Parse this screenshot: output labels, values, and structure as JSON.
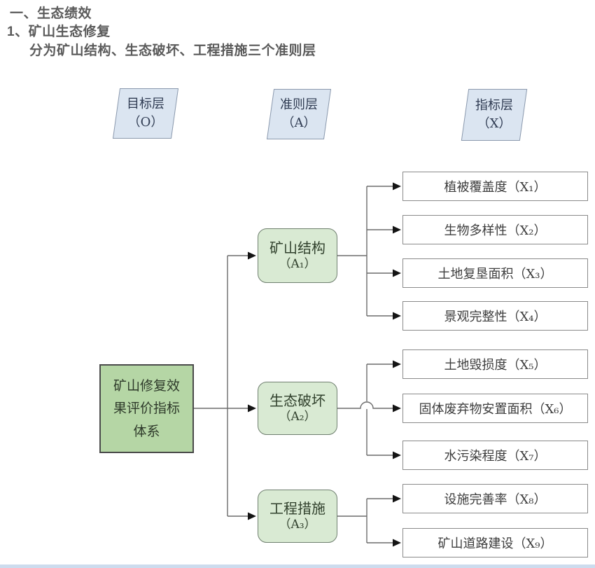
{
  "page": {
    "heading_line1": "一、生态绩效",
    "heading_line2": "1、矿山生态修复",
    "heading_line3": "分为矿山结构、生态破坏、工程措施三个准则层"
  },
  "diagram": {
    "layers": [
      {
        "label": "目标层",
        "code": "（O）"
      },
      {
        "label": "准则层",
        "code": "（A）"
      },
      {
        "label": "指标层",
        "code": "（X）"
      }
    ],
    "root": {
      "label": "矿山修复效\n果评价指标\n体系"
    },
    "criteria": [
      {
        "label": "矿山结构",
        "code": "（A₁）",
        "indicators": [
          "植被覆盖度（X₁）",
          "生物多样性（X₂）",
          "土地复垦面积（X₃）",
          "景观完整性（X₄）"
        ]
      },
      {
        "label": "生态破坏",
        "code": "（A₂）",
        "indicators": [
          "土地毁损度（X₅）",
          "固体废弃物安置面积（X₆）",
          "水污染程度（X₇）"
        ]
      },
      {
        "label": "工程措施",
        "code": "（A₃）",
        "indicators": [
          "设施完善率（X₈）",
          "矿山道路建设（X₉）"
        ]
      }
    ],
    "colors": {
      "heading_color": "#5a5a5a",
      "layer_fill": "#dbe5f1",
      "layer_border": "#8b99ad",
      "root_fill": "#b5d6a5",
      "root_border": "#4a4a4a",
      "criterion_fill": "#d9ead3",
      "criterion_border": "#6f7f6f",
      "indicator_border": "#8a8a8a",
      "line_color": "#6b6b6b",
      "arrow_color": "#141414",
      "strip_color": "#cddcee"
    }
  }
}
